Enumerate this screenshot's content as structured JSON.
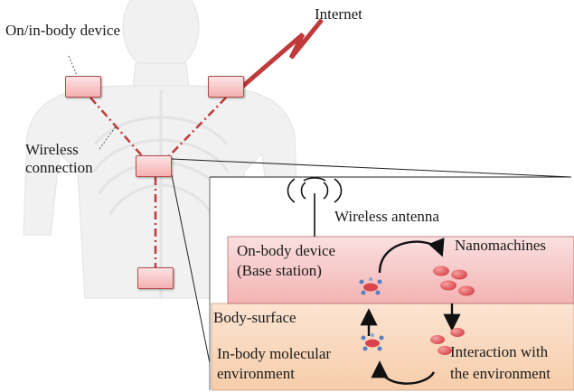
{
  "labels": {
    "on_in_body_device": "On/in-body device",
    "internet": "Internet",
    "wireless_connection_line1": "Wireless",
    "wireless_connection_line2": "connection",
    "wireless_antenna": "Wireless antenna",
    "on_body_device_line1": "On-body device",
    "on_body_device_line2": "(Base station)",
    "nanomachines": "Nanomachines",
    "body_surface": "Body-surface",
    "in_body_env_line1": "In-body molecular",
    "in_body_env_line2": "environment",
    "interaction_line1": "Interaction with",
    "interaction_line2": "the environment"
  },
  "colors": {
    "device_fill": "#f6bcbc",
    "device_border": "#b24b4b",
    "link_red": "#c0393b",
    "base_station_panel": "#f7c9c9",
    "in_body_panel": "#f9d8bd",
    "nanomachine": "#e0585c"
  }
}
